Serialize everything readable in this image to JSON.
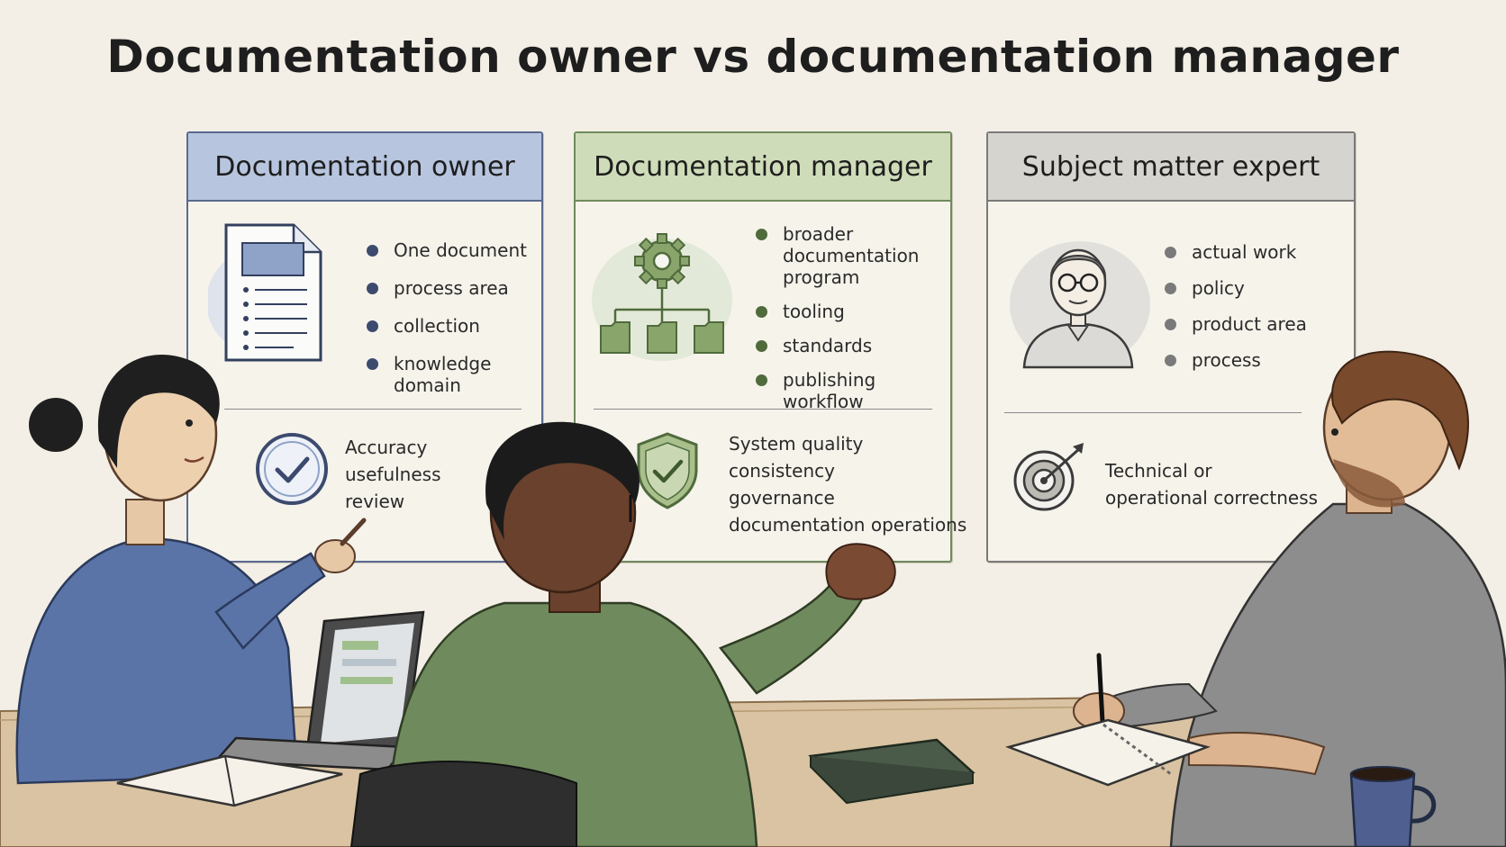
{
  "title": "Documentation owner vs documentation manager",
  "panels": {
    "owner": {
      "heading": "Documentation owner",
      "bullets": [
        "One document",
        "process area",
        "collection",
        "knowledge domain"
      ],
      "summary": [
        "Accuracy",
        "usefulness",
        "review"
      ],
      "icon": "document-icon",
      "summary_icon": "checkmark-circle-icon",
      "accent": "#3c4a6e"
    },
    "manager": {
      "heading": "Documentation manager",
      "bullets": [
        "broader documentation program",
        "tooling",
        "standards",
        "publishing workflow"
      ],
      "summary": [
        "System quality",
        "consistency",
        "governance",
        "documentation operations"
      ],
      "icon": "gear-hierarchy-icon",
      "summary_icon": "shield-check-icon",
      "accent": "#4f6b3c"
    },
    "sme": {
      "heading": "Subject matter expert",
      "bullets": [
        "actual work",
        "policy",
        "product area",
        "process"
      ],
      "summary": [
        "Technical or",
        "operational correctness"
      ],
      "icon": "person-glasses-icon",
      "summary_icon": "target-icon",
      "accent": "#7a7a7a"
    }
  }
}
